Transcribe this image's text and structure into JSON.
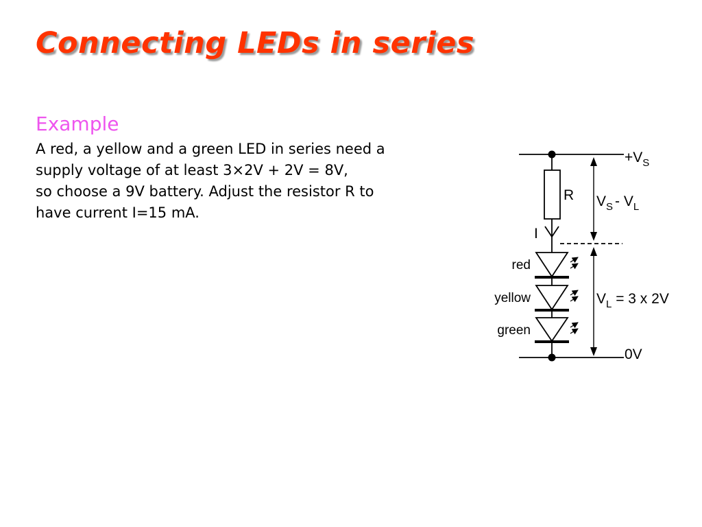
{
  "slide": {
    "title": "Connecting LEDs in series",
    "subheading": "Example",
    "body_lines": [
      "A red, a yellow and a green LED in series need a",
      "supply voltage of at least 3×2V + 2V = 8V,",
      "so choose a 9V battery. Adjust the resistor R to",
      "have current I=15 mA."
    ]
  },
  "diagram": {
    "supply_label": {
      "main": "+V",
      "sub": "S"
    },
    "ground_label": "0V",
    "resistor_label": "R",
    "current_label": "I",
    "resistor_voltage": {
      "a": "V",
      "a_sub": "S",
      "mid": "- V",
      "b_sub": "L"
    },
    "led_voltage": {
      "a": "V",
      "a_sub": "L",
      "rest": " = 3 x 2V"
    },
    "leds": [
      "red",
      "yellow",
      "green"
    ]
  }
}
